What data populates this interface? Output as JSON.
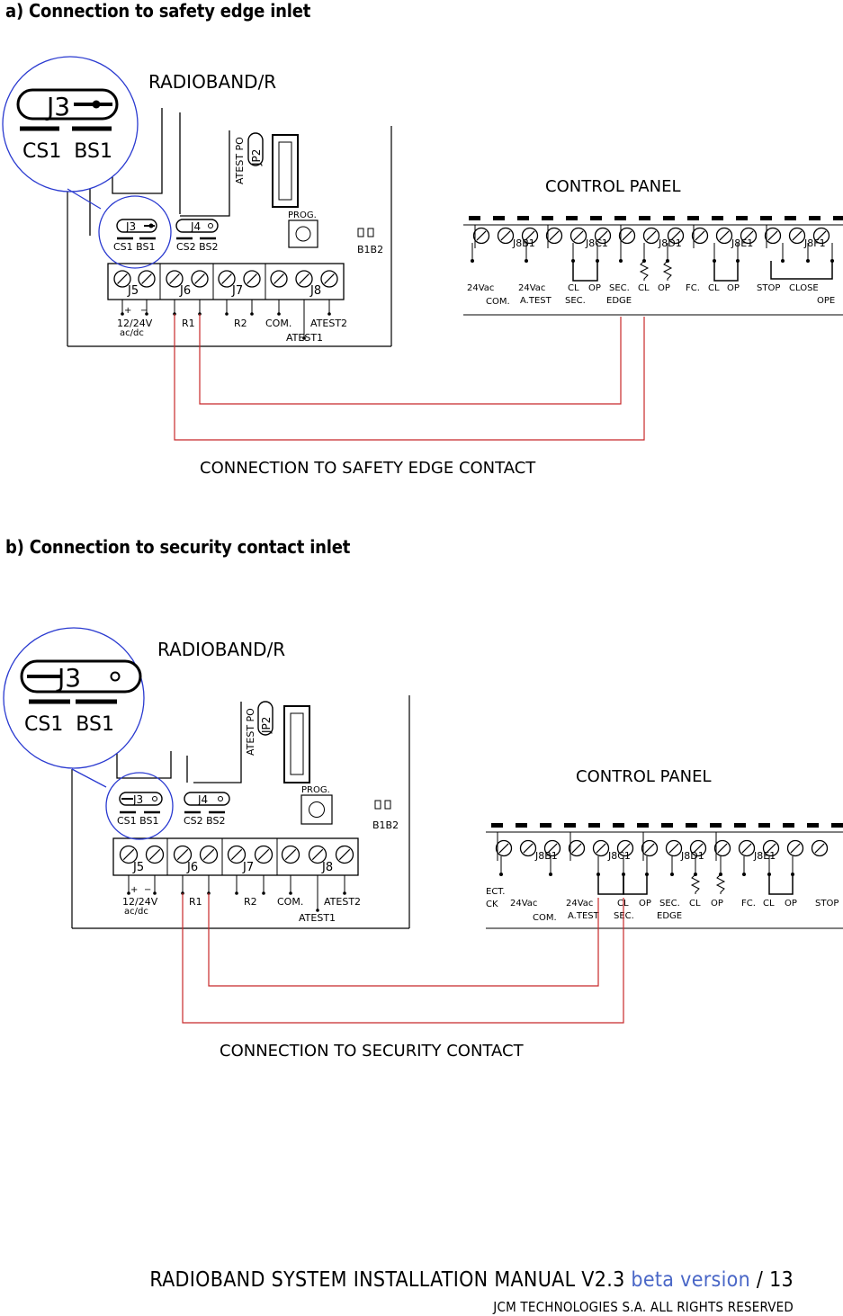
{
  "section_a": {
    "title": "a) Connection to safety edge inlet",
    "board_label": "RADIOBAND/R",
    "zoom_jumper": "J3",
    "zoom_pins": "CS1  BS1",
    "jumper1": "J3",
    "jumper1_pins": "CS1  BS1",
    "jumper2": "J4",
    "jumper2_pins": "CS2  BS2",
    "atest": "ATEST PO",
    "jp2": "JP2",
    "prog": "PROG.",
    "b1b2": "B1B2",
    "terminals": [
      "J5",
      "J6",
      "J7",
      "J8"
    ],
    "bottom_labels": {
      "power": "12/24V",
      "power_sub": "ac/dc",
      "r1": "R1",
      "r2": "R2",
      "com": "COM.",
      "atest2": "ATEST2",
      "atest1": "ATEST1"
    },
    "control_panel": "CONTROL PANEL",
    "panel_blocks": [
      "J8B1",
      "J8C1",
      "J8D1",
      "J8E1",
      "J8F1"
    ],
    "panel_labels": [
      "24Vac",
      "COM.",
      "24Vac",
      "A.TEST",
      "CL",
      "OP",
      "SEC.",
      "SEC.",
      "EDGE",
      "CL",
      "OP",
      "FC.",
      "CL",
      "OP",
      "STOP",
      "CLOSE",
      "OPE"
    ],
    "caption": "CONNECTION TO SAFETY EDGE CONTACT"
  },
  "section_b": {
    "title": "b) Connection to security contact inlet",
    "board_label": "RADIOBAND/R",
    "zoom_jumper": "J3",
    "zoom_pins": "CS1  BS1",
    "jumper1": "J3",
    "jumper1_pins": "CS1  BS1",
    "jumper2": "J4",
    "jumper2_pins": "CS2  BS2",
    "atest": "ATEST PO",
    "jp2": "JP2",
    "prog": "PROG.",
    "b1b2": "B1B2",
    "terminals": [
      "J5",
      "J6",
      "J7",
      "J8"
    ],
    "bottom_labels": {
      "power": "12/24V",
      "power_sub": "ac/dc",
      "r1": "R1",
      "r2": "R2",
      "com": "COM.",
      "atest2": "ATEST2",
      "atest1": "ATEST1"
    },
    "control_panel": "CONTROL PANEL",
    "panel_blocks": [
      "J8B1",
      "J8C1",
      "J8D1",
      "J8E1"
    ],
    "panel_labels": [
      "ECT.",
      "CK",
      "24Vac",
      "COM.",
      "24Vac",
      "A.TEST",
      "CL",
      "OP",
      "SEC.",
      "SEC.",
      "EDGE",
      "CL",
      "OP",
      "FC.",
      "CL",
      "OP",
      "STOP"
    ],
    "caption": "CONNECTION TO SECURITY CONTACT"
  },
  "footer": {
    "main": "RADIOBAND SYSTEM INSTALLATION MANUAL V2.3",
    "beta": "beta version",
    "page": "/ 13",
    "sub": "JCM TECHNOLOGIES S.A. ALL RIGHTS RESERVED"
  },
  "colors": {
    "wire": "#c8282a",
    "highlight": "#2a3ad0",
    "beta": "#4a67c7"
  }
}
